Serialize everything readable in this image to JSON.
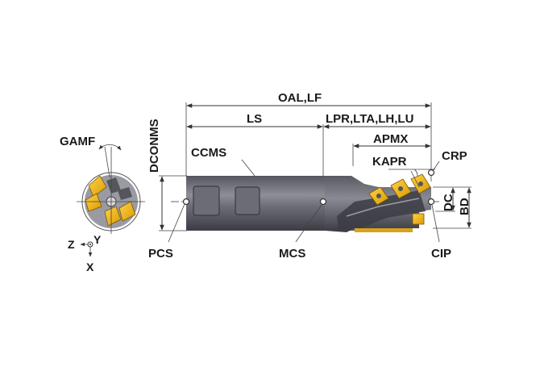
{
  "labels": {
    "oal_lf": "OAL,LF",
    "ls": "LS",
    "lpr_group": "LPR,LTA,LH,LU",
    "apmx": "APMX",
    "kapr": "KAPR",
    "crp": "CRP",
    "dconms": "DCONMS",
    "ccms": "CCMS",
    "gamf": "GAMF",
    "pcs": "PCS",
    "mcs": "MCS",
    "cip": "CIP",
    "dc": "DC",
    "bd": "BD",
    "axis_z": "Z",
    "axis_y": "Y",
    "axis_x": "X"
  },
  "colors": {
    "body_dark": "#4a4a52",
    "body_light": "#9a9aa2",
    "insert_gold": "#e0a800",
    "insert_light": "#ffd24a"
  }
}
